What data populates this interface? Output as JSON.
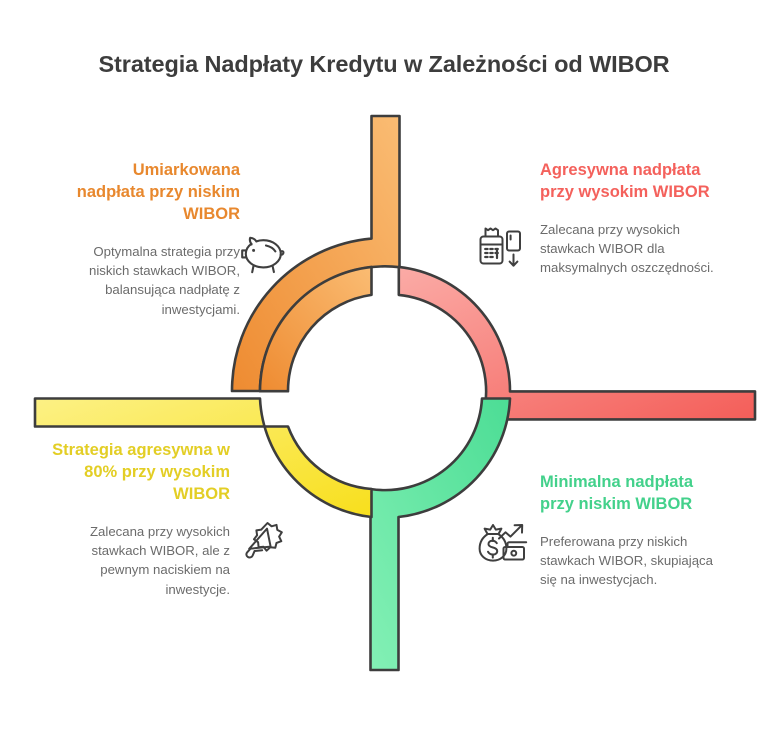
{
  "title": "Strategia Nadpłaty Kredytu w Zależności od WIBOR",
  "colors": {
    "orange": "#E8882E",
    "red": "#F4615C",
    "yellow": "#E3CE25",
    "green": "#43D18B",
    "arc_orange_light": "#F9B86A",
    "arc_orange_dark": "#EF8B32",
    "arc_red_light": "#FBA6A1",
    "arc_red_dark": "#F4605B",
    "arc_yellow_light": "#FBEF7C",
    "arc_yellow_dark": "#F7DE1E",
    "arc_green_light": "#7FEFB2",
    "arc_green_dark": "#4CDD95",
    "outline": "#3d3d3d",
    "title_text": "#3d3d3d",
    "body_text": "#6b6b6b",
    "background": "#ffffff"
  },
  "segments": [
    {
      "id": "moderate-low-wibor",
      "position": "top-left",
      "heading": "Umiarkowana nadpłata przy niskim WIBOR",
      "body": "Optymalna strategia przy niskich stawkach WIBOR, balansująca nadpłatę z inwestycjami.",
      "color": "#E8882E",
      "icon": "piggy-bank-icon"
    },
    {
      "id": "aggressive-high-wibor",
      "position": "top-right",
      "heading": "Agresywna nadpłata przy wysokim WIBOR",
      "body": "Zalecana przy wysokich stawkach WIBOR dla maksymalnych oszczędności.",
      "color": "#F4615C",
      "icon": "payment-terminal-icon"
    },
    {
      "id": "aggressive-80-high-wibor",
      "position": "bottom-left",
      "heading": "Strategia agresywna w 80% przy wysokim WIBOR",
      "body": "Zalecana przy wysokich stawkach WIBOR, ale z pewnym naciskiem na inwestycje.",
      "color": "#E3CE25",
      "icon": "megaphone-icon"
    },
    {
      "id": "minimal-low-wibor",
      "position": "bottom-right",
      "heading": "Minimalna nadpłata przy niskim WIBOR",
      "body": "Preferowana przy niskich stawkach WIBOR, skupiająca się na inwestycjach.",
      "color": "#43D18B",
      "icon": "money-bag-growth-icon"
    }
  ],
  "chart_data": {
    "type": "pie",
    "title": "Strategia Nadpłaty Kredytu w Zależności od WIBOR",
    "categories": [
      "Umiarkowana nadpłata przy niskim WIBOR",
      "Agresywna nadpłata przy wysokim WIBOR",
      "Minimalna nadpłata przy niskim WIBOR",
      "Strategia agresywna w 80% przy wysokim WIBOR"
    ],
    "values": [
      25,
      25,
      25,
      25
    ],
    "colors": [
      "#EF8B32",
      "#F4605B",
      "#4CDD95",
      "#F7DE1E"
    ],
    "legend": "inline-quadrants",
    "xlabel": "",
    "ylabel": ""
  }
}
